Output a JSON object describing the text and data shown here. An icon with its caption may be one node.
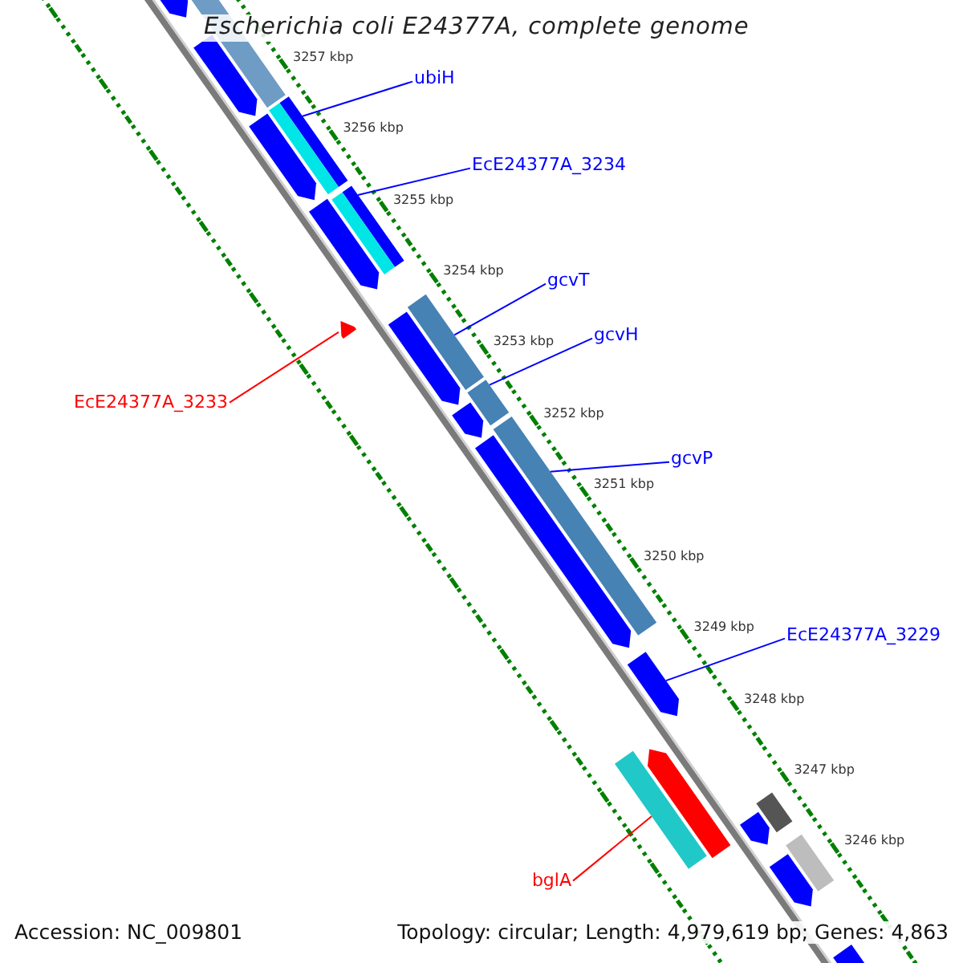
{
  "diagram": {
    "title": "Escherichia coli E24377A, complete genome",
    "nodes": [
      {
        "text": [
          "ubiH"
        ]
      },
      {
        "text": [
          "EcE24377A_3234"
        ]
      },
      {
        "text": [
          "gcvT"
        ]
      },
      {
        "text": [
          "gcvH"
        ]
      },
      {
        "text": [
          "EcE24377A_3233"
        ]
      },
      {
        "text": [
          "gcvP"
        ]
      },
      {
        "text": [
          "EcE24377A_3229"
        ]
      },
      {
        "text": [
          "bglA"
        ]
      },
      {
        "text": [],
        "shape": "bar"
      },
      {
        "text": [],
        "shape": "bar"
      },
      {
        "text": [],
        "shape": "bar"
      },
      {
        "text": [],
        "shape": "bar"
      },
      {
        "text": [],
        "shape": "bar"
      },
      {
        "text": [],
        "shape": "bar"
      },
      {
        "text": [],
        "shape": "bar"
      },
      {
        "text": [],
        "shape": "bar"
      },
      {
        "text": [],
        "shape": "bar"
      },
      {
        "text": [],
        "shape": "bar"
      },
      {
        "text": [],
        "shape": "bar"
      },
      {
        "text": [],
        "shape": "bar"
      },
      {
        "text": [],
        "shape": "bar"
      },
      {
        "text": [],
        "shape": "bar"
      },
      {
        "text": [],
        "shape": "bar"
      },
      {
        "text": [],
        "shape": "bar"
      },
      {
        "text": [],
        "shape": "bar"
      },
      {
        "text": [],
        "shape": "bar"
      },
      {
        "text": [],
        "shape": "bar"
      },
      {
        "text": [],
        "shape": "bar"
      },
      {
        "text": [],
        "shape": "bar"
      },
      {
        "text": [],
        "shape": "bar"
      },
      {
        "text": [],
        "shape": "bar"
      },
      {
        "text": [],
        "shape": "bar"
      }
    ],
    "edges": [
      {
        "from": 0,
        "to": 8,
        "arrow": "none"
      },
      {
        "from": 1,
        "to": 9,
        "arrow": "none"
      },
      {
        "from": 2,
        "to": 10,
        "arrow": "none"
      },
      {
        "from": 3,
        "to": 11,
        "arrow": "none"
      },
      {
        "from": 4,
        "to": 12,
        "arrow": "none",
        "color": "#ff0000"
      },
      {
        "from": 5,
        "to": 13,
        "arrow": "none"
      },
      {
        "from": 6,
        "to": 14,
        "arrow": "none"
      },
      {
        "from": 7,
        "to": 15,
        "arrow": "none",
        "color": "#ff0000"
      }
    ],
    "labels": [
      "3257 kbp",
      "3256 kbp",
      "3255 kbp",
      "3254 kbp",
      "3253 kbp",
      "3252 kbp",
      "3251 kbp",
      "3250 kbp",
      "3249 kbp",
      "3248 kbp",
      "3247 kbp",
      "3246 kbp",
      "Accession: NC_009801",
      "Topology: circular; Length: 4,979,619 bp; Genes: 4,863"
    ]
  }
}
